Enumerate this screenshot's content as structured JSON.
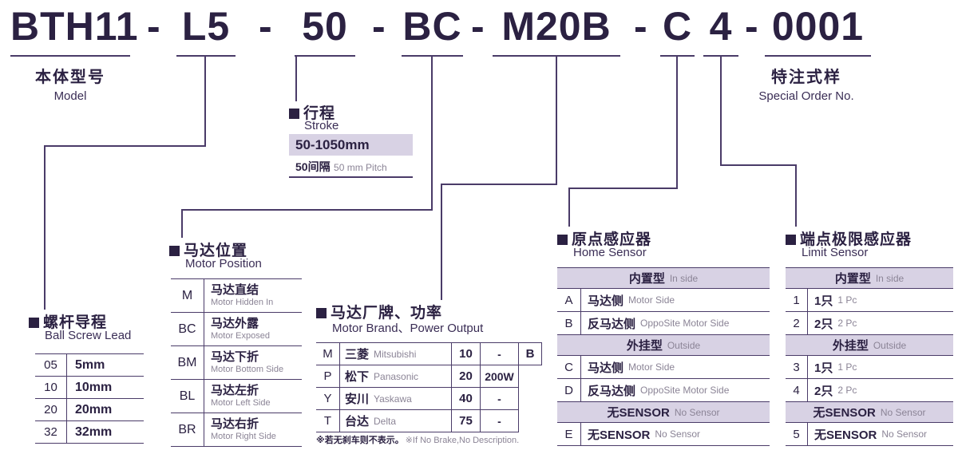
{
  "colors": {
    "accent": "#2b2142",
    "line": "#4a3b68",
    "lavender": "#d8d2e4",
    "muted": "#8b8496"
  },
  "title": {
    "dash": "-",
    "segments": [
      "BTH11",
      "L5",
      "50",
      "BC",
      "M20B",
      "C",
      "4",
      "0001"
    ]
  },
  "model": {
    "zh": "本体型号",
    "en": "Model"
  },
  "special_order": {
    "zh": "特注式样",
    "en": "Special Order No."
  },
  "stroke": {
    "zh": "行程",
    "en": "Stroke",
    "range": "50-1050mm",
    "pitch_zh": "50间隔",
    "pitch_en": "50 mm Pitch"
  },
  "ball_screw_lead": {
    "zh": "螺杆导程",
    "en": "Ball Screw Lead",
    "rows": [
      {
        "code": "05",
        "value": "5mm"
      },
      {
        "code": "10",
        "value": "10mm"
      },
      {
        "code": "20",
        "value": "20mm"
      },
      {
        "code": "32",
        "value": "32mm"
      }
    ]
  },
  "motor_position": {
    "zh": "马达位置",
    "en": "Motor Position",
    "rows": [
      {
        "code": "M",
        "zh": "马达直结",
        "en": "Motor Hidden In"
      },
      {
        "code": "BC",
        "zh": "马达外露",
        "en": "Motor Exposed"
      },
      {
        "code": "BM",
        "zh": "马达下折",
        "en": "Motor Bottom Side"
      },
      {
        "code": "BL",
        "zh": "马达左折",
        "en": "Motor Left Side"
      },
      {
        "code": "BR",
        "zh": "马达右折",
        "en": "Motor Right Side"
      }
    ]
  },
  "motor_brand": {
    "zh": "马达厂牌、功率",
    "en": "Motor Brand、Power Output",
    "rows": [
      {
        "code": "M",
        "brand_zh": "三菱",
        "brand_en": "Mitsubishi",
        "power_code": "10",
        "power": "-"
      },
      {
        "code": "P",
        "brand_zh": "松下",
        "brand_en": "Panasonic",
        "power_code": "20",
        "power": "200W"
      },
      {
        "code": "Y",
        "brand_zh": "安川",
        "brand_en": "Yaskawa",
        "power_code": "40",
        "power": "-"
      },
      {
        "code": "T",
        "brand_zh": "台达",
        "brand_en": "Delta",
        "power_code": "75",
        "power": "-"
      }
    ],
    "brake_code": "B",
    "note_zh": "※若无刹车则不表示。",
    "note_en": "※If No Brake,No Description."
  },
  "home_sensor": {
    "zh": "原点感应器",
    "en": "Home Sensor",
    "inside": {
      "zh": "内置型",
      "en": "In side"
    },
    "outside": {
      "zh": "外挂型",
      "en": "Outside"
    },
    "none": {
      "zh": "无SENSOR",
      "en": "No Sensor"
    },
    "inside_rows": [
      {
        "code": "A",
        "zh": "马达侧",
        "en": "Motor Side"
      },
      {
        "code": "B",
        "zh": "反马达侧",
        "en": "OppoSite Motor Side"
      }
    ],
    "outside_rows": [
      {
        "code": "C",
        "zh": "马达侧",
        "en": "Motor Side"
      },
      {
        "code": "D",
        "zh": "反马达侧",
        "en": "OppoSite Motor Side"
      }
    ],
    "none_rows": [
      {
        "code": "E",
        "zh": "无SENSOR",
        "en": "No Sensor"
      }
    ]
  },
  "limit_sensor": {
    "zh": "端点极限感应器",
    "en": "Limit Sensor",
    "inside": {
      "zh": "内置型",
      "en": "In side"
    },
    "outside": {
      "zh": "外挂型",
      "en": "Outside"
    },
    "none": {
      "zh": "无SENSOR",
      "en": "No Sensor"
    },
    "inside_rows": [
      {
        "code": "1",
        "zh": "1只",
        "en": "1 Pc"
      },
      {
        "code": "2",
        "zh": "2只",
        "en": "2 Pc"
      }
    ],
    "outside_rows": [
      {
        "code": "3",
        "zh": "1只",
        "en": "1 Pc"
      },
      {
        "code": "4",
        "zh": "2只",
        "en": "2 Pc"
      }
    ],
    "none_rows": [
      {
        "code": "5",
        "zh": "无SENSOR",
        "en": "No Sensor"
      }
    ]
  }
}
